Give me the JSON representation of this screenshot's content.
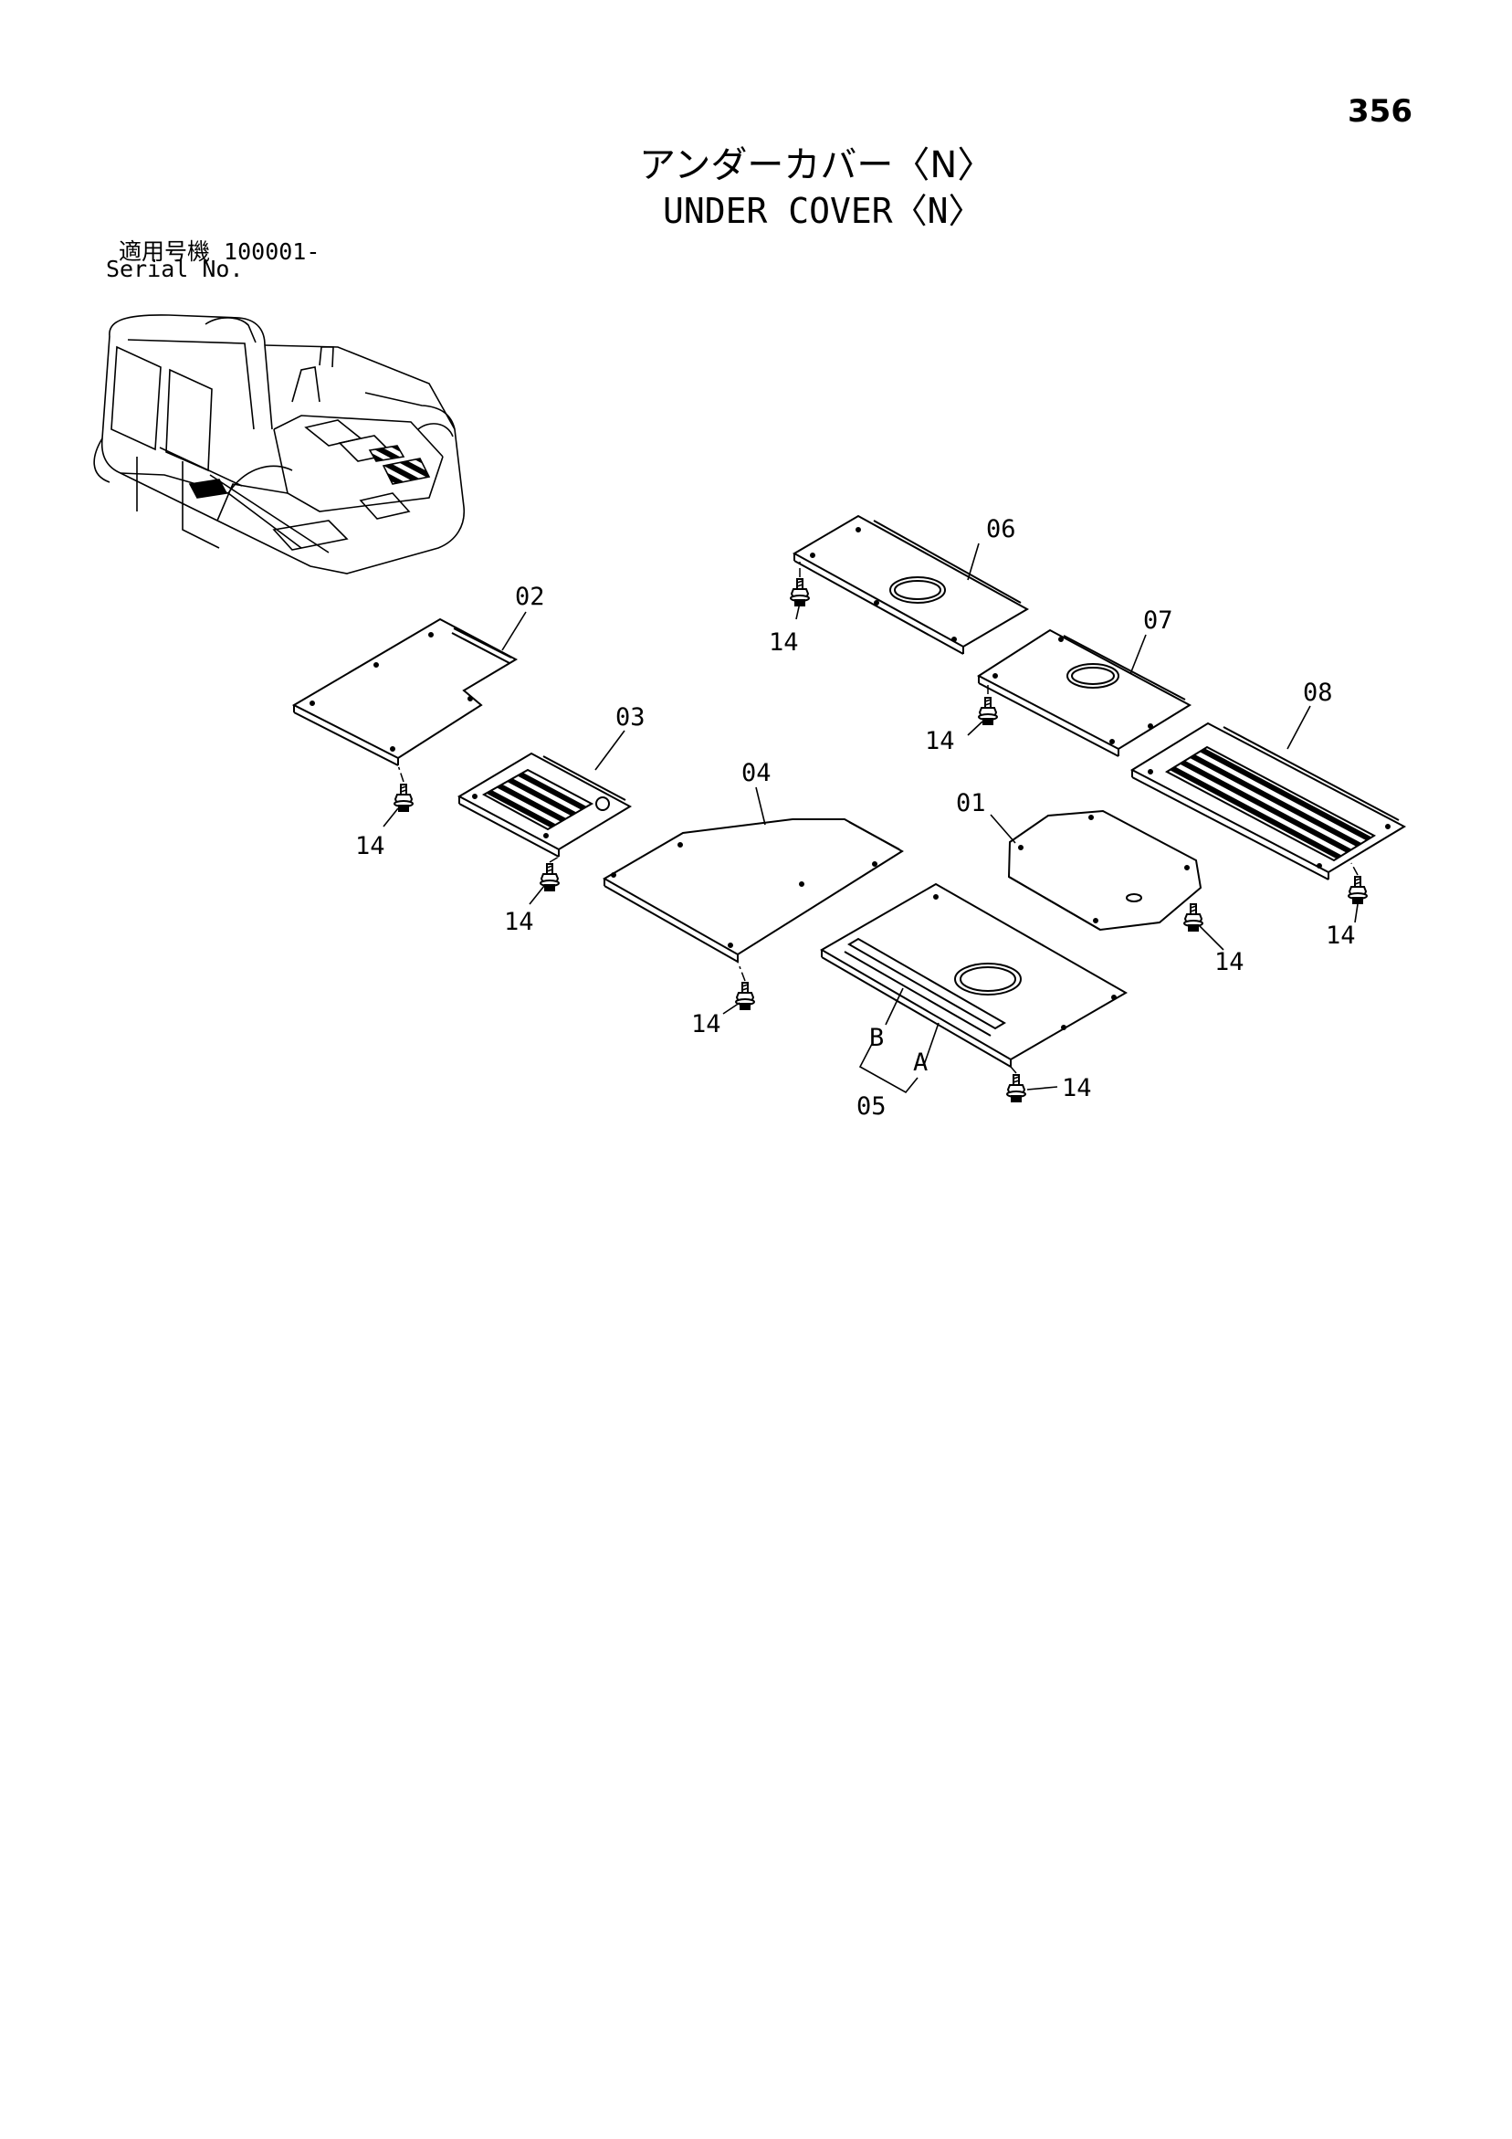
{
  "header": {
    "page_number": "356",
    "title_jp": "アンダーカバー〈N〉",
    "title_en": "UNDER COVER〈N〉",
    "serial_jp": "適用号機 100001-",
    "serial_en": "Serial No."
  },
  "parts": {
    "p01": "01",
    "p02": "02",
    "p03": "03",
    "p04": "04",
    "p05": "05",
    "p06": "06",
    "p07": "07",
    "p08": "08",
    "bolt": "14",
    "subA": "A",
    "subB": "B"
  }
}
